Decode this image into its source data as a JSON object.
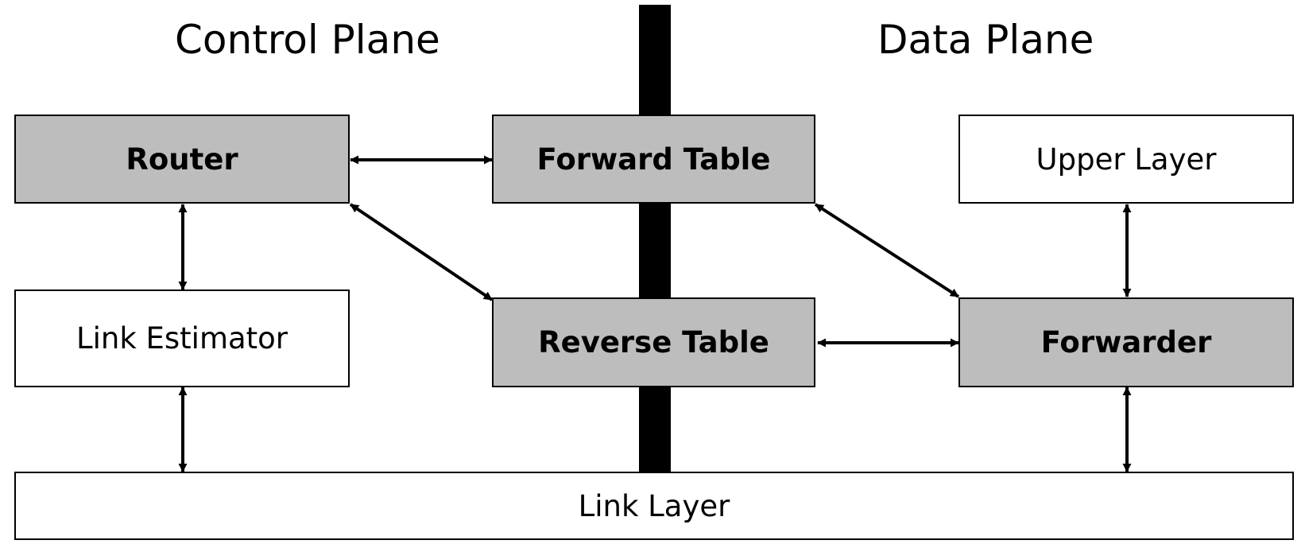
{
  "titles": {
    "control_plane": "Control Plane",
    "data_plane": "Data Plane"
  },
  "boxes": {
    "router": "Router",
    "forward_table": "Forward Table",
    "upper_layer": "Upper Layer",
    "link_estimator": "Link Estimator",
    "reverse_table": "Reverse Table",
    "forwarder": "Forwarder",
    "link_layer": "Link Layer"
  },
  "colors": {
    "component_fill": "#bdbdbd",
    "plain_fill": "#ffffff",
    "stroke": "#000000"
  }
}
